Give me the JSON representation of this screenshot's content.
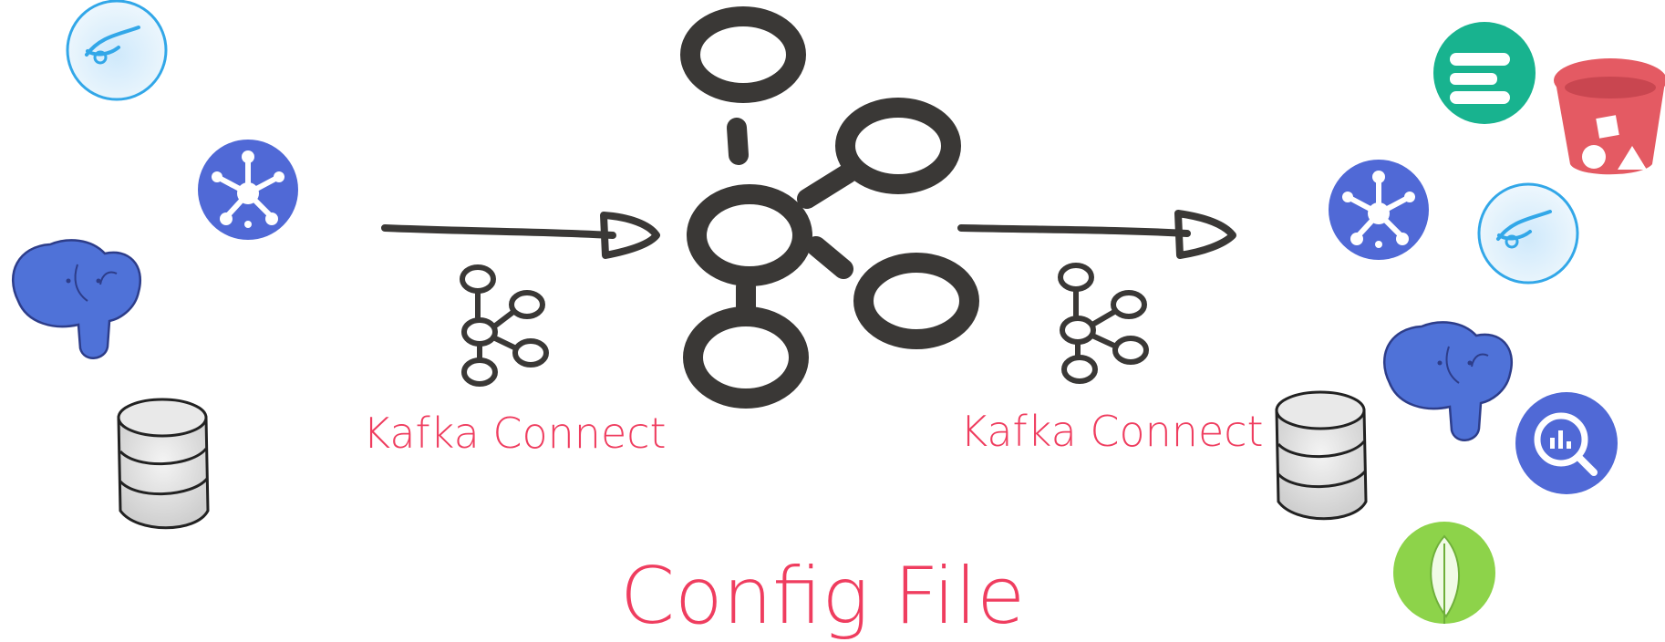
{
  "labels": {
    "left_connect": "Kafka Connect",
    "right_connect": "Kafka Connect",
    "footer": "Config File"
  },
  "colors": {
    "label": "#ef3d5f",
    "ink": "#3a3836",
    "kafka_blue": "#5069d6",
    "postgres_blue": "#4f72d8",
    "sky_blue": "#32a7e8",
    "elastic_green": "#18b38f",
    "bucket_red": "#e45a63",
    "mongo_green": "#8dd34a",
    "db_gray": "#d9d9d9"
  },
  "icons": {
    "sources": [
      "bird-icon",
      "kafka-icon",
      "postgres-elephant-icon",
      "database-cylinder-icon"
    ],
    "sinks": [
      "elastic-icon",
      "s3-bucket-icon",
      "kafka-icon",
      "bird-icon",
      "postgres-elephant-icon",
      "bigquery-icon",
      "database-cylinder-icon",
      "mongodb-leaf-icon"
    ],
    "center": "kafka-cluster-icon"
  }
}
